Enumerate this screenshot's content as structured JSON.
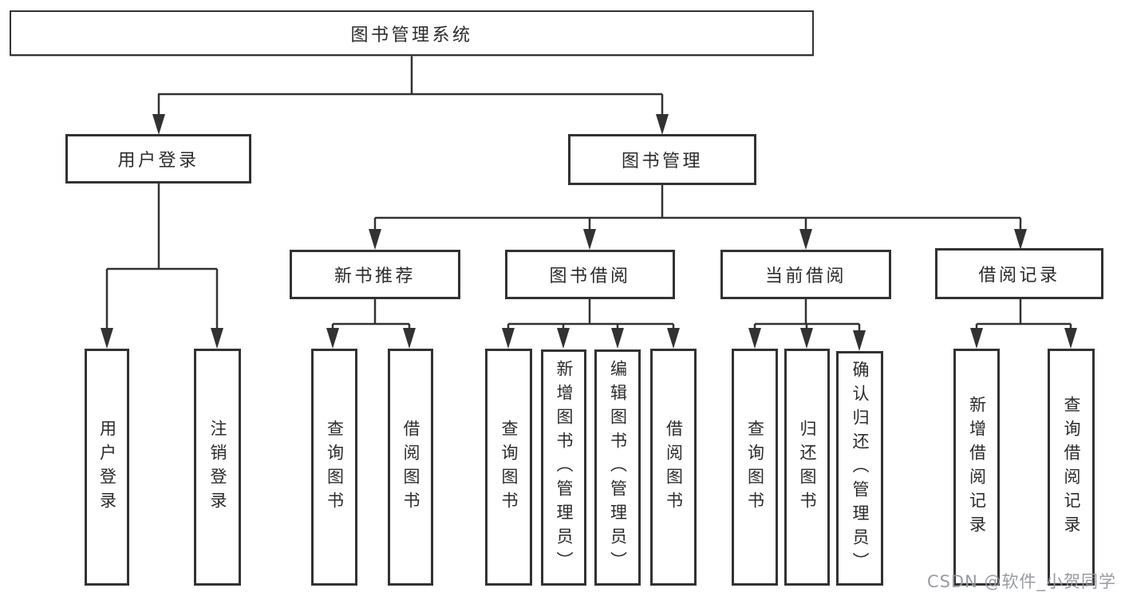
{
  "nodes": {
    "l1": {
      "root": "图书管理系统"
    },
    "l2": {
      "userLogin": "用户登录",
      "bookMgmt": "图书管理"
    },
    "l3": {
      "newBookRec": "新书推荐",
      "bookBorrow": "图书借阅",
      "currentBorrow": "当前借阅",
      "borrowRecord": "借阅记录"
    },
    "l4": {
      "login": "用户登录",
      "logout": "注销登录",
      "recQuery": "查询图书",
      "recBorrow": "借阅图书",
      "bbQuery": "查询图书",
      "bbAdd": "新增图书（管理员）",
      "bbEdit": "编辑图书（管理员）",
      "bbBorrow": "借阅图书",
      "cbQuery": "查询图书",
      "cbReturn": "归还图书",
      "cbConfirm": "确认归还（管理员）",
      "brAdd": "新增借阅记录",
      "brQuery": "查询借阅记录"
    }
  },
  "watermark": {
    "text": "CSDN @软件_小贺同学"
  },
  "colors": {
    "line": "#323232",
    "text": "#2b2b2b",
    "watermark": "#94969e",
    "background": "#ffffff"
  }
}
